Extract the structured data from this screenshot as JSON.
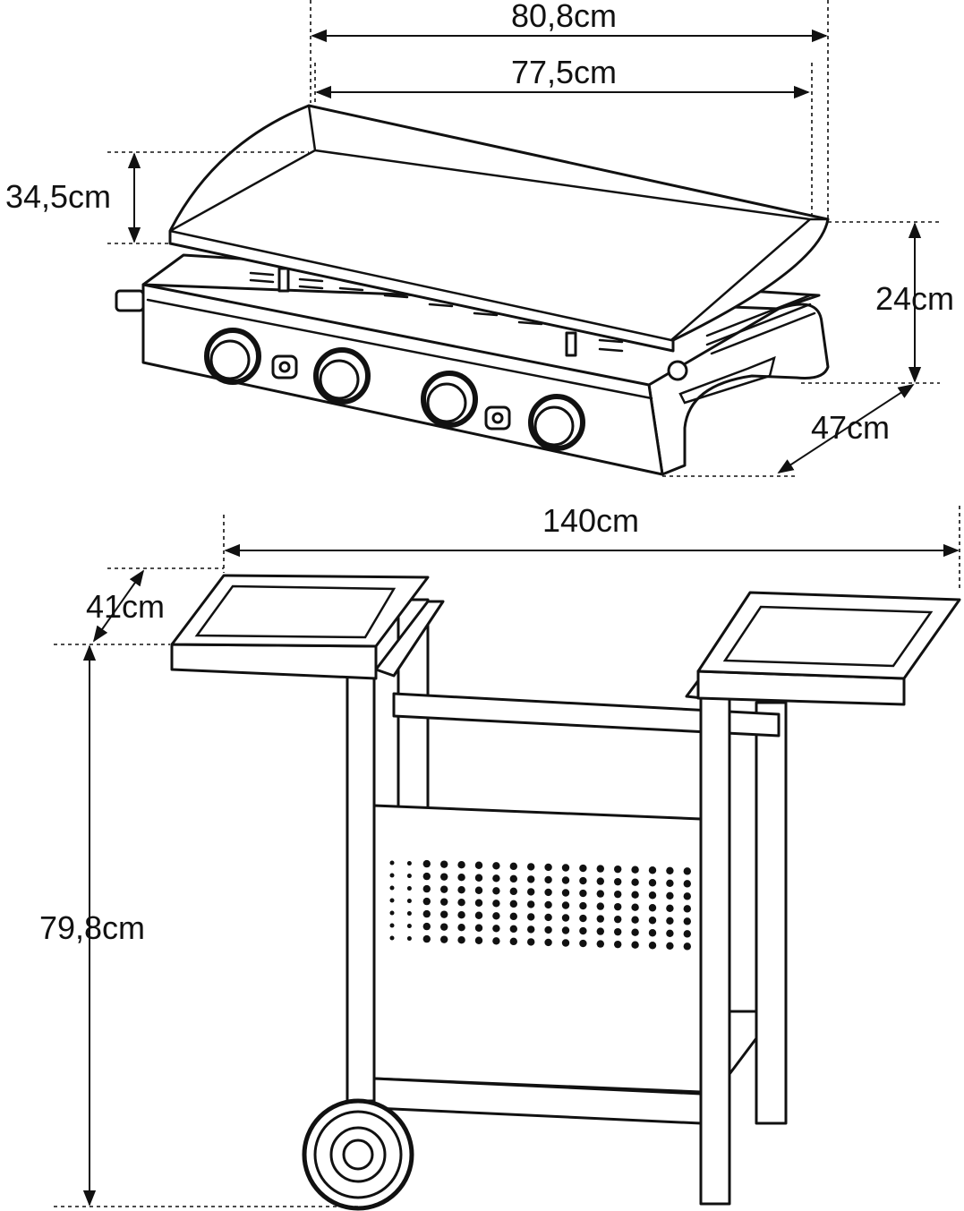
{
  "dimensions": {
    "overall_width": "80,8cm",
    "plate_width": "77,5cm",
    "plate_height": "34,5cm",
    "base_height": "24cm",
    "depth": "47cm",
    "cart_width": "140cm",
    "shelf_depth": "41cm",
    "cart_height": "79,8cm"
  },
  "colors": {
    "line": "#111111",
    "background": "#ffffff"
  },
  "panel_dots": {
    "rows": 7,
    "cols": 18
  }
}
